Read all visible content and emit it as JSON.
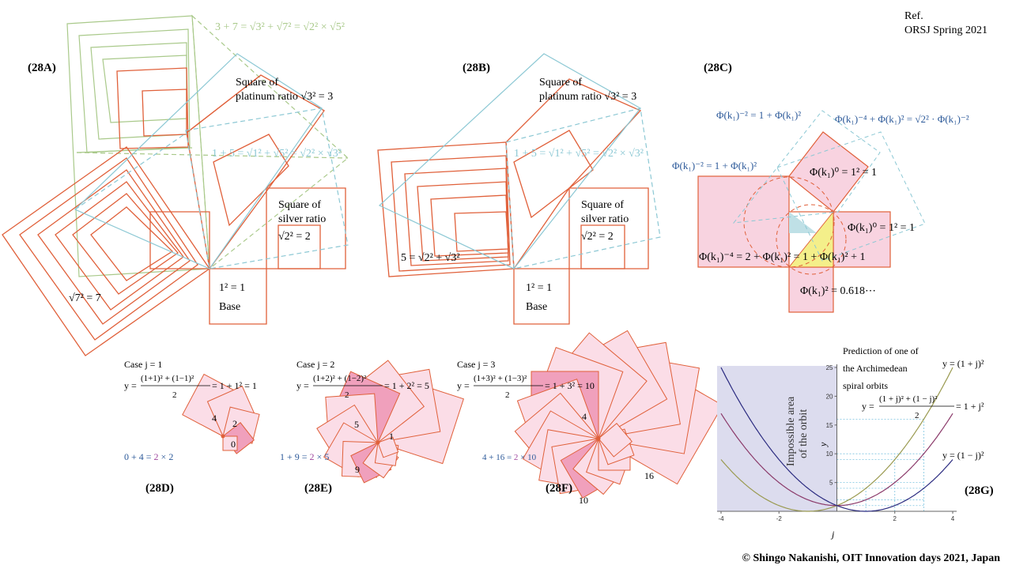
{
  "ref": {
    "line1": "Ref.",
    "line2": "ORSJ Spring  2021"
  },
  "copyright": "© Shingo Nakanishi, OIT Innovation  days 2021, Japan",
  "fig28A": {
    "label": "(28A)",
    "eq_green": "3 + 7 = √3² + √7² = √2² × √5²",
    "eq_cyan": "1 + 5 = √1² + √5² = √2² × √3²",
    "platinum1": "Square of",
    "platinum2": "platinum ratio  √3² = 3",
    "silver1": "Square of",
    "silver2": "silver ratio",
    "silver3": "√2² = 2",
    "seven": "√7² = 7",
    "base1": "1² = 1",
    "base2": "Base"
  },
  "fig28B": {
    "label": "(28B)",
    "eq_cyan": "1 + 5 = √1² + √5² = √2² × √3²",
    "platinum1": "Square of",
    "platinum2": "platinum ratio  √3² = 3",
    "silver1": "Square of",
    "silver2": "silver ratio",
    "silver3": "√2² = 2",
    "five": "5 = √2² + √3²",
    "base1": "1² = 1",
    "base2": "Base"
  },
  "fig28C": {
    "label": "(28C)",
    "eq_top_left": "Φ(k₁)⁻² = 1 + Φ(k₁)²",
    "eq_top_right": "Φ(k₁)⁻⁴ + Φ(k₁)² = √2² · Φ(k₁)⁻²",
    "eq_mid_left": "Φ(k₁)⁻² = 1 + Φ(k₁)²",
    "eq_unit_top": "Φ(k₁)⁰ = 1² = 1",
    "eq_unit_right": "Φ(k₁)⁰ = 1² = 1",
    "eq_big": "Φ(k₁)⁻⁴ = 2 + Φ(k₁)² = 1 + Φ(k₁)² + 1",
    "eq_bottom": "Φ(k₁)² = 0.618⋯"
  },
  "fig28D": {
    "label": "(28D)",
    "case": "Case j = 1",
    "formula_lhs": "y =",
    "formula_num": "(1+1)² + (1−1)²",
    "formula_den": "2",
    "formula_rhs": "= 1 + 1² = 1",
    "sum_left": "0 + 4 = ",
    "sum_mid": "2",
    "sum_right": " × 2",
    "n_a": "4",
    "n_b": "2",
    "n_c": "0"
  },
  "fig28E": {
    "label": "(28E)",
    "case": "Case j = 2",
    "formula_lhs": "y =",
    "formula_num": "(1+2)² + (1−2)²",
    "formula_den": "2",
    "formula_rhs": "= 1 + 2² = 5",
    "sum_left": "1 + 9 = ",
    "sum_mid": "2",
    "sum_right": " × 5",
    "n_a": "5",
    "n_b": "1",
    "n_c": "9"
  },
  "fig28F": {
    "label": "(28F)",
    "case": "Case j = 3",
    "formula_lhs": "y =",
    "formula_num": "(1+3)² + (1−3)²",
    "formula_den": "2",
    "formula_rhs": "= 1 + 3² = 10",
    "sum_left": "4 + 16 = ",
    "sum_mid": "2",
    "sum_right": " × 10",
    "n_a": "4",
    "n_b": "16",
    "n_c": "10"
  },
  "chart_data": {
    "type": "line",
    "label": "(28G)",
    "title1": "Prediction of one of",
    "title2": "the Archimedean",
    "title3": "spiral orbits",
    "shaded_label1": "Impossible area",
    "shaded_label2": "of the orbit",
    "shaded_range_x": [
      -4,
      0
    ],
    "xlabel": "j",
    "ylabel": "y",
    "xlim": [
      -4,
      4
    ],
    "ylim": [
      0,
      25
    ],
    "xticks": [
      "-4",
      "-2",
      "2",
      "4"
    ],
    "xtick_values": [
      -4,
      -2,
      2,
      4
    ],
    "yticks": [
      "5",
      "10",
      "15",
      "20",
      "25"
    ],
    "ytick_values": [
      5,
      10,
      15,
      20,
      25
    ],
    "series": [
      {
        "name": "y = (1 + j)²",
        "color": "#9a9a50",
        "x": [
          -4,
          -3,
          -2,
          -1,
          0,
          1,
          2,
          3,
          4
        ],
        "y": [
          9,
          4,
          1,
          0,
          1,
          4,
          9,
          16,
          25
        ]
      },
      {
        "name": "y = ((1 + j)² + (1 − j)²)/2 = 1 + j²",
        "color": "#8b3a6a",
        "x": [
          -4,
          -3,
          -2,
          -1,
          0,
          1,
          2,
          3,
          4
        ],
        "y": [
          17,
          10,
          5,
          2,
          1,
          2,
          5,
          10,
          17
        ]
      },
      {
        "name": "y = (1 − j)²",
        "color": "#2b2b80",
        "x": [
          -4,
          -3,
          -2,
          -1,
          0,
          1,
          2,
          3,
          4
        ],
        "y": [
          25,
          16,
          9,
          4,
          1,
          0,
          1,
          4,
          9
        ]
      }
    ],
    "legend_labels": {
      "plus": "y = (1 + j)²",
      "avg_lhs": "y =",
      "avg_num": "(1 + j)² + (1 − j)²",
      "avg_den": "2",
      "avg_rhs": "= 1 + j²",
      "minus": "y = (1 − j)²"
    },
    "reference_y": [
      1,
      2,
      4,
      5,
      9,
      10,
      16
    ],
    "reference_x": [
      1,
      2,
      3
    ]
  },
  "colors": {
    "orange": "#e0603a",
    "green": "#a9c98a",
    "cyan": "#8cc8d4",
    "pink": "#f8d3e0",
    "shade": "#dcdcee"
  }
}
